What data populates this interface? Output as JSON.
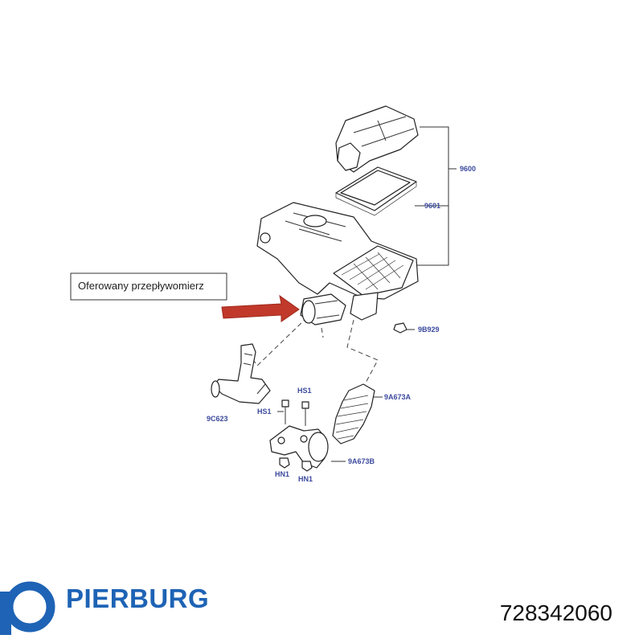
{
  "callout": {
    "text": "Oferowany przepływomierz"
  },
  "labels": {
    "p9600": "9600",
    "p9601": "9601",
    "p9B929": "9B929",
    "p9C623": "9C623",
    "pHS1a": "HS1",
    "pHS1b": "HS1",
    "p9A673A": "9A673A",
    "p9A673B": "9A673B",
    "pHN1a": "HN1",
    "pHN1b": "HN1"
  },
  "brand": {
    "name": "PIERBURG",
    "logo_icon": "pierburg-logo-icon"
  },
  "part_number": "728342060",
  "colors": {
    "label_blue": "#3b4a9c",
    "arrow_red": "#c0392b",
    "brand_blue": "#1e63b5"
  }
}
